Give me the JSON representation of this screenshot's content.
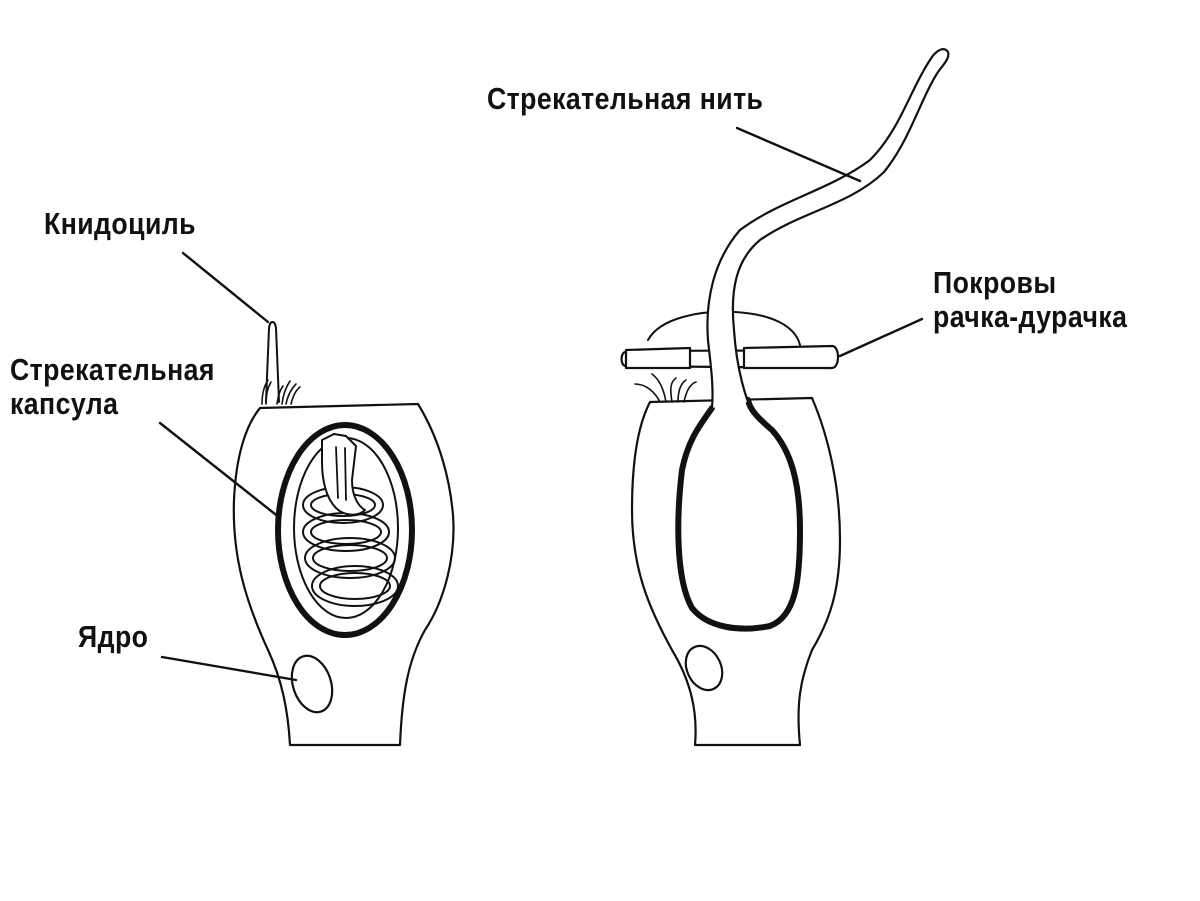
{
  "labels": {
    "cnidocil": "Книдоциль",
    "capsule_line1": "Стрекательная",
    "capsule_line2": "капсула",
    "nucleus": "Ядро",
    "thread": "Стрекательная нить",
    "integument_line1": "Покровы",
    "integument_line2": "рачка-дурачка"
  },
  "colors": {
    "ink": "#111111",
    "background": "#ffffff"
  }
}
